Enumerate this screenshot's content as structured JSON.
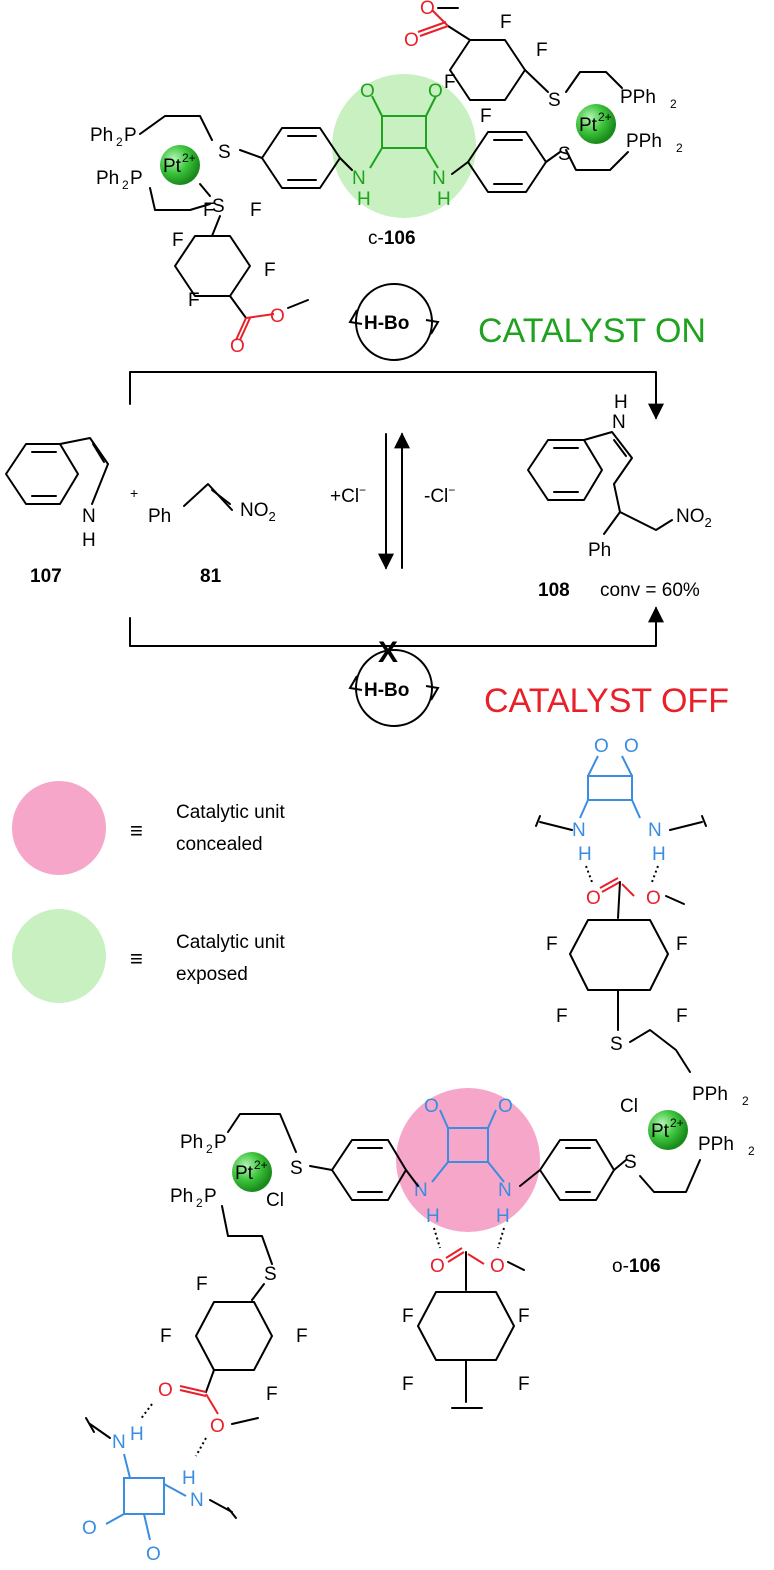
{
  "headers": {
    "catalyst_on": "CATALYST ON",
    "catalyst_off": "CATALYST OFF",
    "closed_label_prefix": "c-",
    "open_label_prefix": "o-",
    "compound_106": "106"
  },
  "reaction": {
    "indole_number": "107",
    "nitrostyrene_number": "81",
    "product_number": "108",
    "conversion": "conv = 60%",
    "plus_sign": "+",
    "ph": "Ph",
    "no2": "NO",
    "no2_sub": "2",
    "add_chloride": "+Cl",
    "remove_chloride": "-Cl",
    "chloride_sup": "−",
    "cycle_label": "H-Bo",
    "blocked_mark": "X",
    "nh_n": "N",
    "nh_h": "H"
  },
  "legend": {
    "equiv_symbol": "≡",
    "pink_line1": "Catalytic unit",
    "pink_line2": "concealed",
    "green_line1": "Catalytic unit",
    "green_line2": "exposed",
    "pink_color": "#f6a6c9",
    "green_color": "#c8f0c0"
  },
  "atoms": {
    "ph2p": "Ph",
    "ph2p_sub": "2",
    "ph2p_p": "P",
    "pph2": "PPh",
    "pt": "Pt",
    "pt_charge": "2+",
    "s": "S",
    "f": "F",
    "o": "O",
    "cl": "Cl",
    "nh": "N",
    "h": "H"
  },
  "colors": {
    "green_text": "#1fa21f",
    "red_text": "#e8202a",
    "blue_text": "#3a8de0",
    "pt_sphere": "#3cc43c"
  }
}
